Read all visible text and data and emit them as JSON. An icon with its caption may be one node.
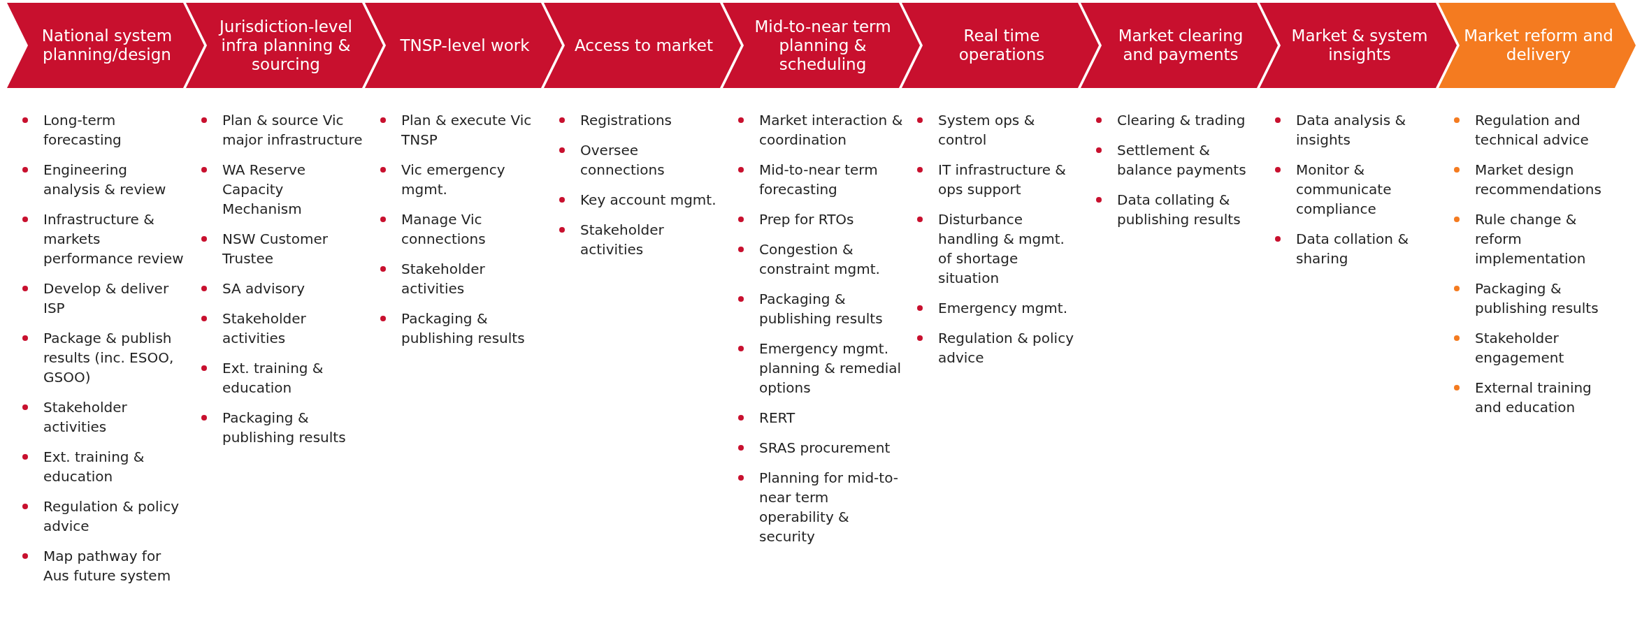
{
  "diagram": {
    "nodes": [
      {
        "text": [
          "National system planning/design"
        ],
        "beside": [
          "Long-term forecasting",
          "Engineering analysis & review",
          "Infrastructure & markets performance review",
          "Develop & deliver ISP",
          "Package & publish results (inc. ESOO, GSOO)",
          "Stakeholder activities",
          "Ext. training & education",
          "Regulation & policy advice",
          "Map pathway for Aus future system"
        ]
      },
      {
        "text": [
          "Jurisdiction-level infra planning & sourcing"
        ],
        "beside": [
          "Plan & source Vic major infrastructure",
          "WA Reserve Capacity Mechanism",
          "NSW Customer Trustee",
          "SA advisory",
          "Stakeholder activities",
          "Ext. training & education",
          "Packaging & publishing results"
        ]
      },
      {
        "text": [
          "TNSP-level work"
        ],
        "beside": [
          "Plan & execute Vic TNSP",
          "Vic emergency mgmt.",
          "Manage Vic connections",
          "Stakeholder activities",
          "Packaging & publishing results"
        ]
      },
      {
        "text": [
          "Access to market"
        ],
        "beside": [
          "Registrations",
          "Oversee connections",
          "Key account mgmt.",
          "Stakeholder activities"
        ]
      },
      {
        "text": [
          "Mid-to-near term planning & scheduling"
        ],
        "beside": [
          "Market interaction & coordination",
          "Mid-to-near term forecasting",
          "Prep for RTOs",
          "Congestion & constraint mgmt.",
          "Packaging & publishing results",
          "Emergency mgmt. planning & remedial options",
          "RERT",
          "SRAS procurement",
          "Planning for mid-to-near term operability & security"
        ]
      },
      {
        "text": [
          "Real time operations"
        ],
        "beside": [
          "System ops & control",
          "IT infrastructure & ops support",
          "Disturbance handling & mgmt. of shortage situation",
          "Emergency mgmt.",
          "Regulation & policy advice"
        ]
      },
      {
        "text": [
          "Market clearing and payments"
        ],
        "beside": [
          "Clearing & trading",
          "Settlement & balance payments",
          "Data collating & publishing results"
        ]
      },
      {
        "text": [
          "Market & system insights"
        ],
        "beside": [
          "Data analysis & insights",
          "Monitor & communicate compliance",
          "Data collation & sharing"
        ]
      },
      {
        "text": [
          "Market reform and delivery"
        ],
        "beside": [
          "Regulation and technical advice",
          "Market design recommendations",
          "Rule change & reform implementation",
          "Packaging & publishing results",
          "Stakeholder engagement",
          "External training and education"
        ]
      }
    ]
  }
}
